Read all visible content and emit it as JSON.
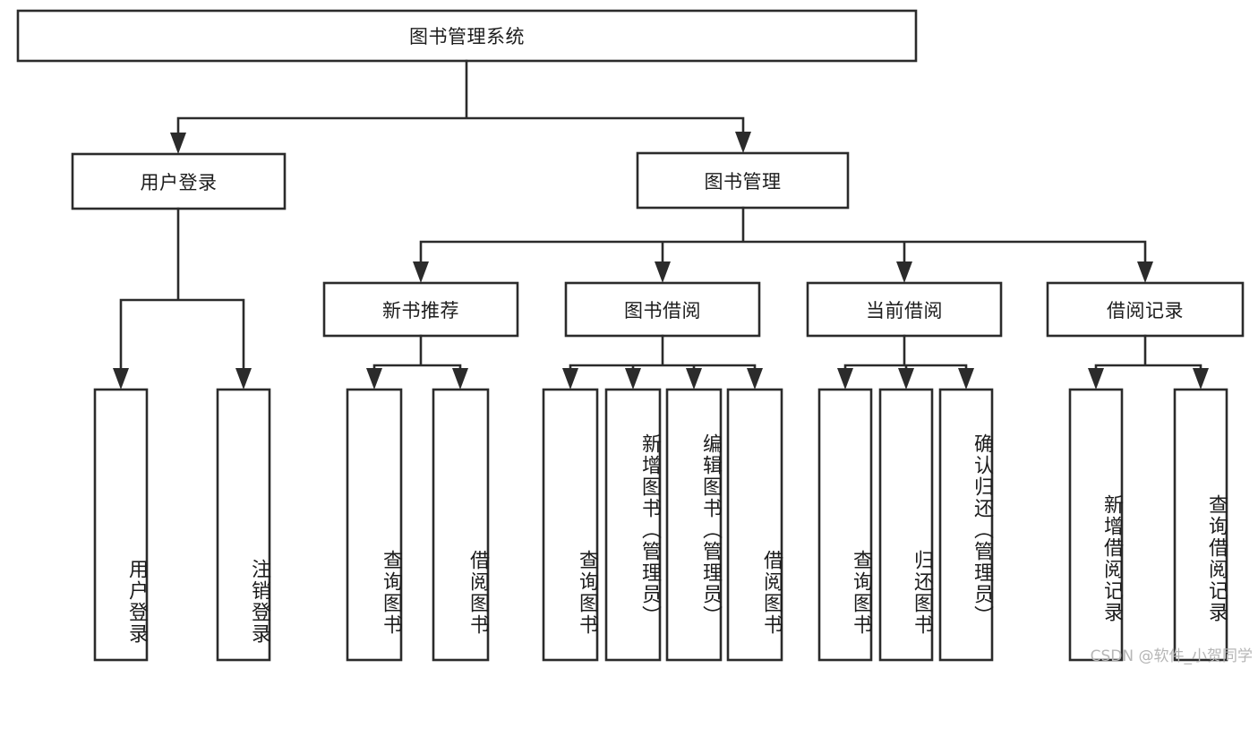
{
  "diagram": {
    "type": "tree-hierarchy",
    "title": "图书管理系统",
    "watermark": "CSDN @软件_小贺同学",
    "colors": {
      "stroke": "#2b2b2b",
      "fill": "#ffffff",
      "text": "#1c1c1c",
      "watermark": "#b6b6b6"
    },
    "nodes": {
      "root": {
        "label": "图书管理系统"
      },
      "level1": [
        {
          "id": "user-login",
          "label": "用户登录"
        },
        {
          "id": "book-manage",
          "label": "图书管理"
        }
      ],
      "level2": [
        {
          "id": "new-book-recommend",
          "label": "新书推荐"
        },
        {
          "id": "book-borrow",
          "label": "图书借阅"
        },
        {
          "id": "current-borrow",
          "label": "当前借阅"
        },
        {
          "id": "borrow-record",
          "label": "借阅记录"
        }
      ],
      "leaves": {
        "user-login": [
          {
            "id": "leaf-user-login",
            "label": "用户登录"
          },
          {
            "id": "leaf-logout-login",
            "label": "注销登录"
          }
        ],
        "new-book-recommend": [
          {
            "id": "leaf-query-book-1",
            "label": "查询图书"
          },
          {
            "id": "leaf-borrow-book-1",
            "label": "借阅图书"
          }
        ],
        "book-borrow": [
          {
            "id": "leaf-query-book-2",
            "label": "查询图书"
          },
          {
            "id": "leaf-add-book",
            "label": "新增图书（管理员）"
          },
          {
            "id": "leaf-edit-book",
            "label": "编辑图书（管理员）"
          },
          {
            "id": "leaf-borrow-book-2",
            "label": "借阅图书"
          }
        ],
        "current-borrow": [
          {
            "id": "leaf-query-book-3",
            "label": "查询图书"
          },
          {
            "id": "leaf-return-book",
            "label": "归还图书"
          },
          {
            "id": "leaf-confirm-return",
            "label": "确认归还（管理员）"
          }
        ],
        "borrow-record": [
          {
            "id": "leaf-add-record",
            "label": "新增借阅记录"
          },
          {
            "id": "leaf-query-record",
            "label": "查询借阅记录"
          }
        ]
      }
    }
  }
}
